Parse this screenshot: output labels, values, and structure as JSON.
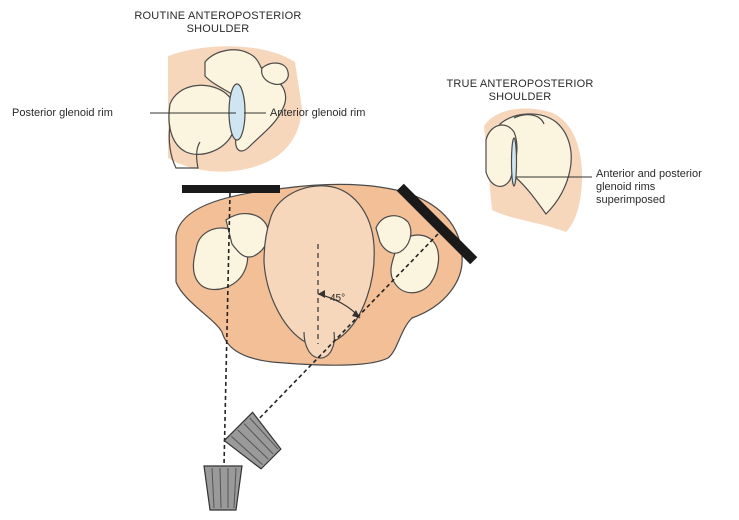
{
  "routine_view": {
    "title_line1": "ROUTINE ANTEROPOSTERIOR",
    "title_line2": "SHOULDER",
    "label_left": "Posterior glenoid rim",
    "label_right": "Anterior glenoid rim"
  },
  "true_view": {
    "title_line1": "TRUE ANTEROPOSTERIOR",
    "title_line2": "SHOULDER",
    "label_line1": "Anterior and posterior",
    "label_line2": "glenoid rims",
    "label_line3": "superimposed"
  },
  "angle_label": "45°",
  "colors": {
    "skin": "#f6d7bb",
    "bone": "#fbf4de",
    "torso": "#f2bf97",
    "outline": "#4a4a4a",
    "cassette": "#1a1a1a",
    "tube": "#8a8a8a",
    "glenoid": "#cfe6f2"
  }
}
